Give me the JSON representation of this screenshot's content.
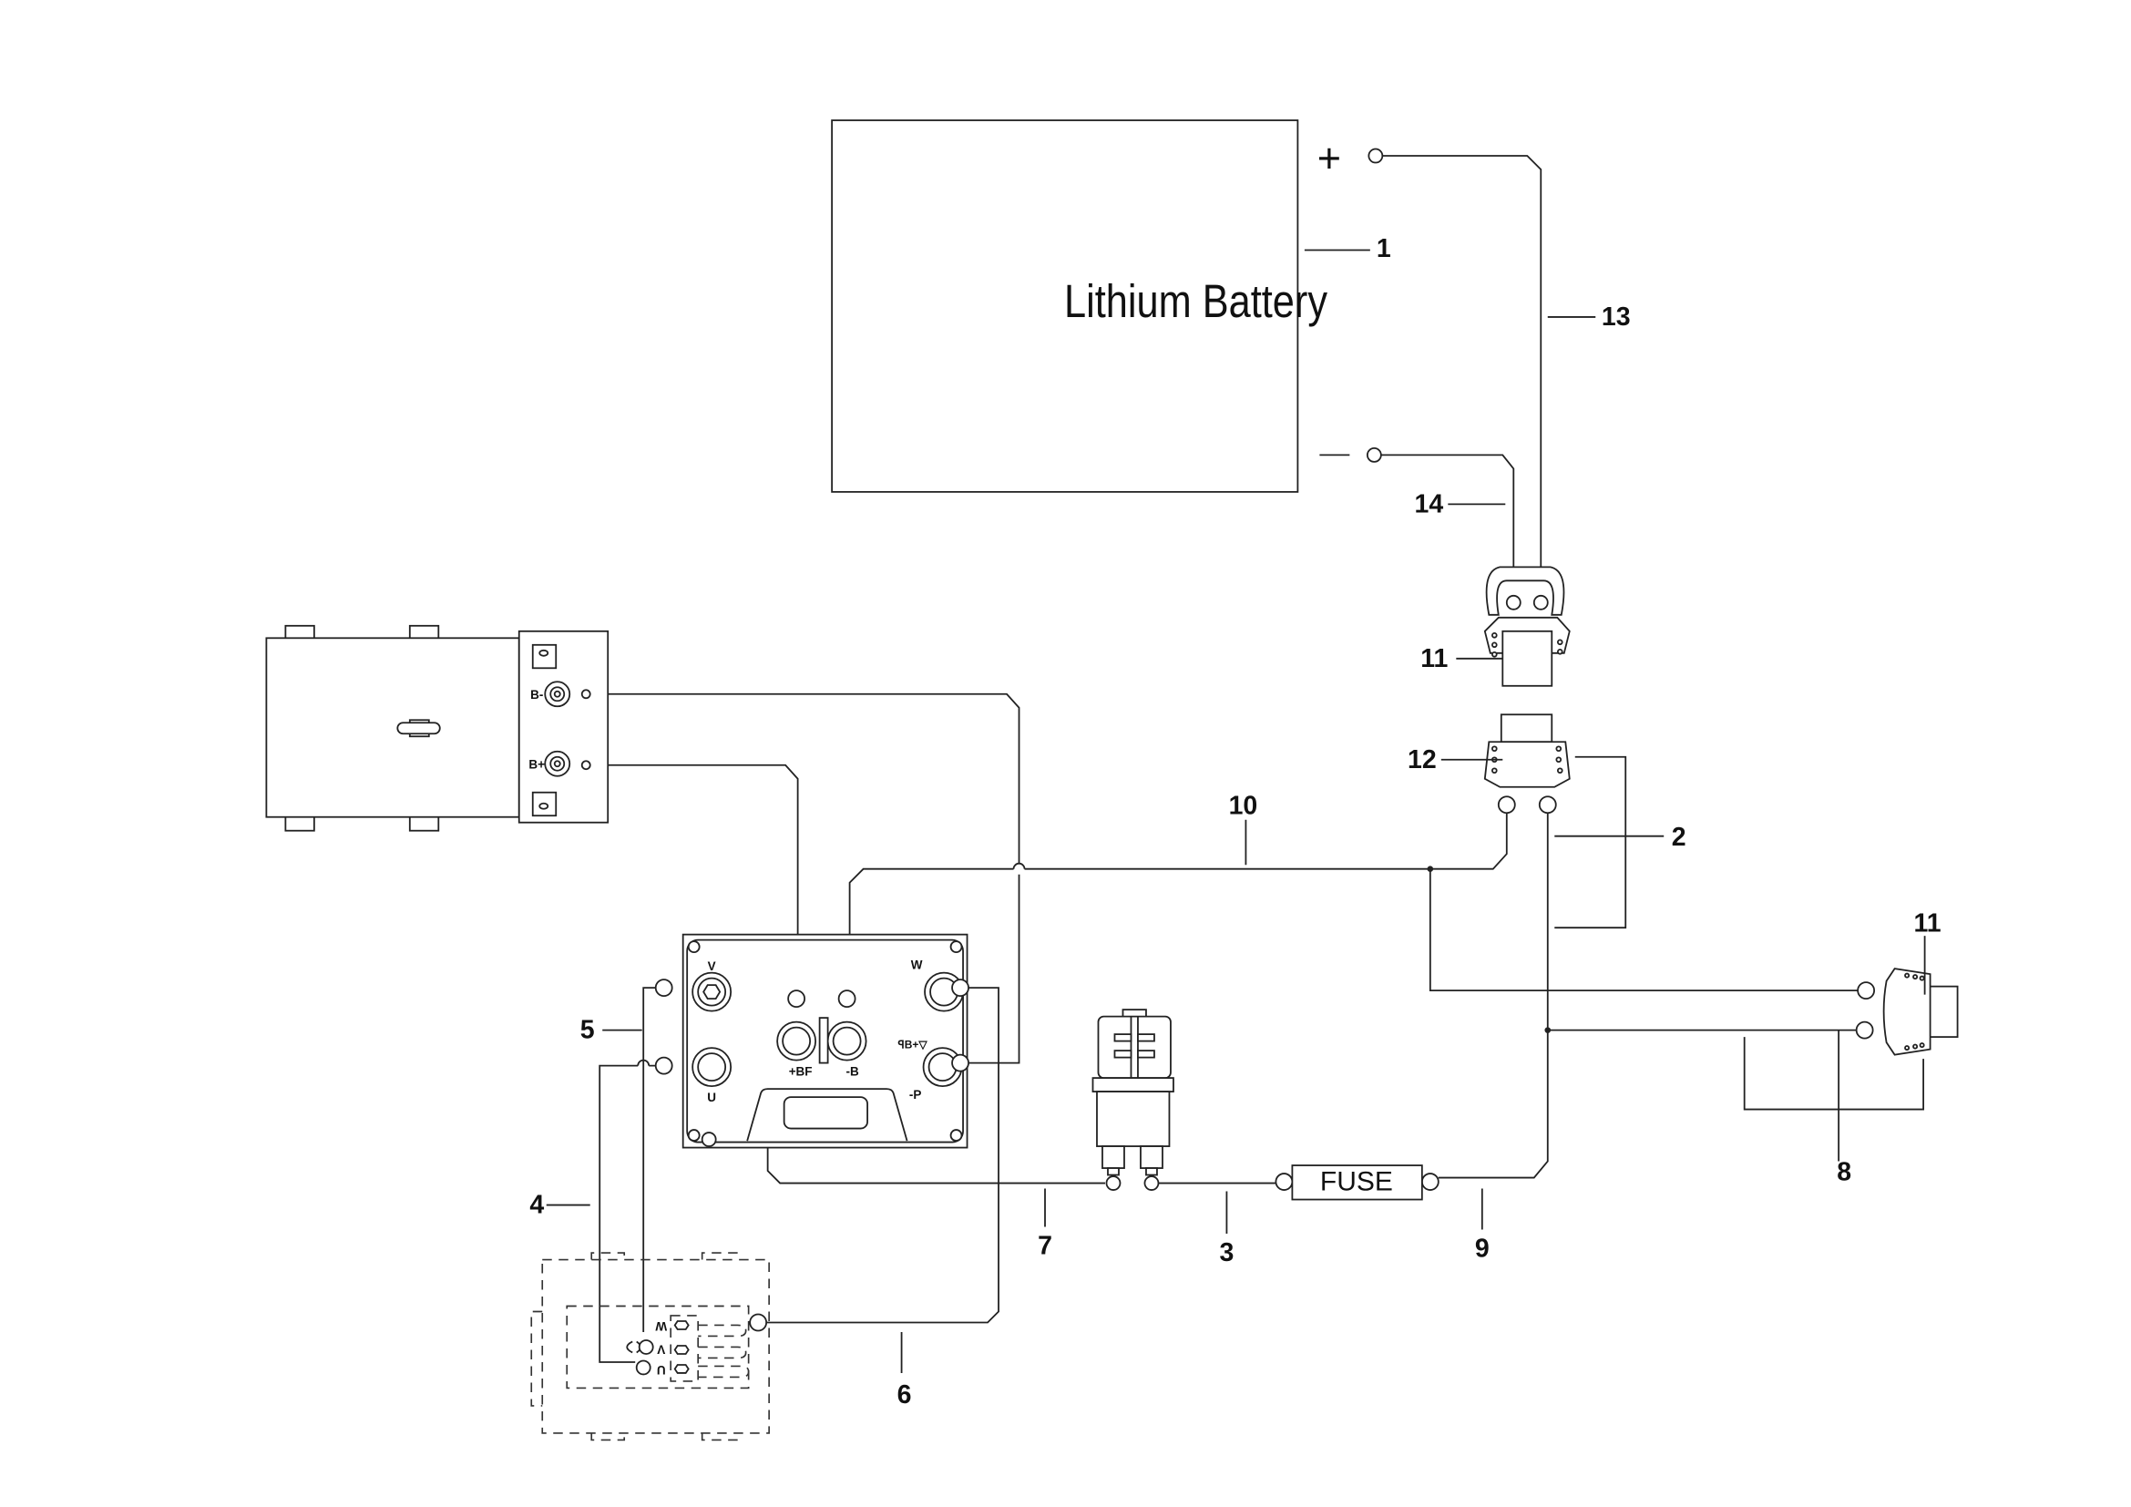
{
  "battery": {
    "title": "Lithium Battery",
    "plus_symbol": "+",
    "minus_symbol": "—"
  },
  "fuse": {
    "label": "FUSE"
  },
  "motor_terminals": {
    "b_minus": "B-",
    "b_plus": "B+"
  },
  "controller_terminals": {
    "v": "V",
    "u": "U",
    "w": "W",
    "bf_plus": "+BF",
    "b_minus": "-B",
    "p_minus": "-P",
    "mirrored_mark": "ꟼB+▽"
  },
  "pump_motor_terminals": {
    "w": "W",
    "v": "V",
    "u": "U"
  },
  "callouts": [
    "1",
    "2",
    "3",
    "4",
    "5",
    "6",
    "7",
    "8",
    "9",
    "10",
    "11",
    "12",
    "13",
    "14"
  ],
  "callout_11_right": "11"
}
